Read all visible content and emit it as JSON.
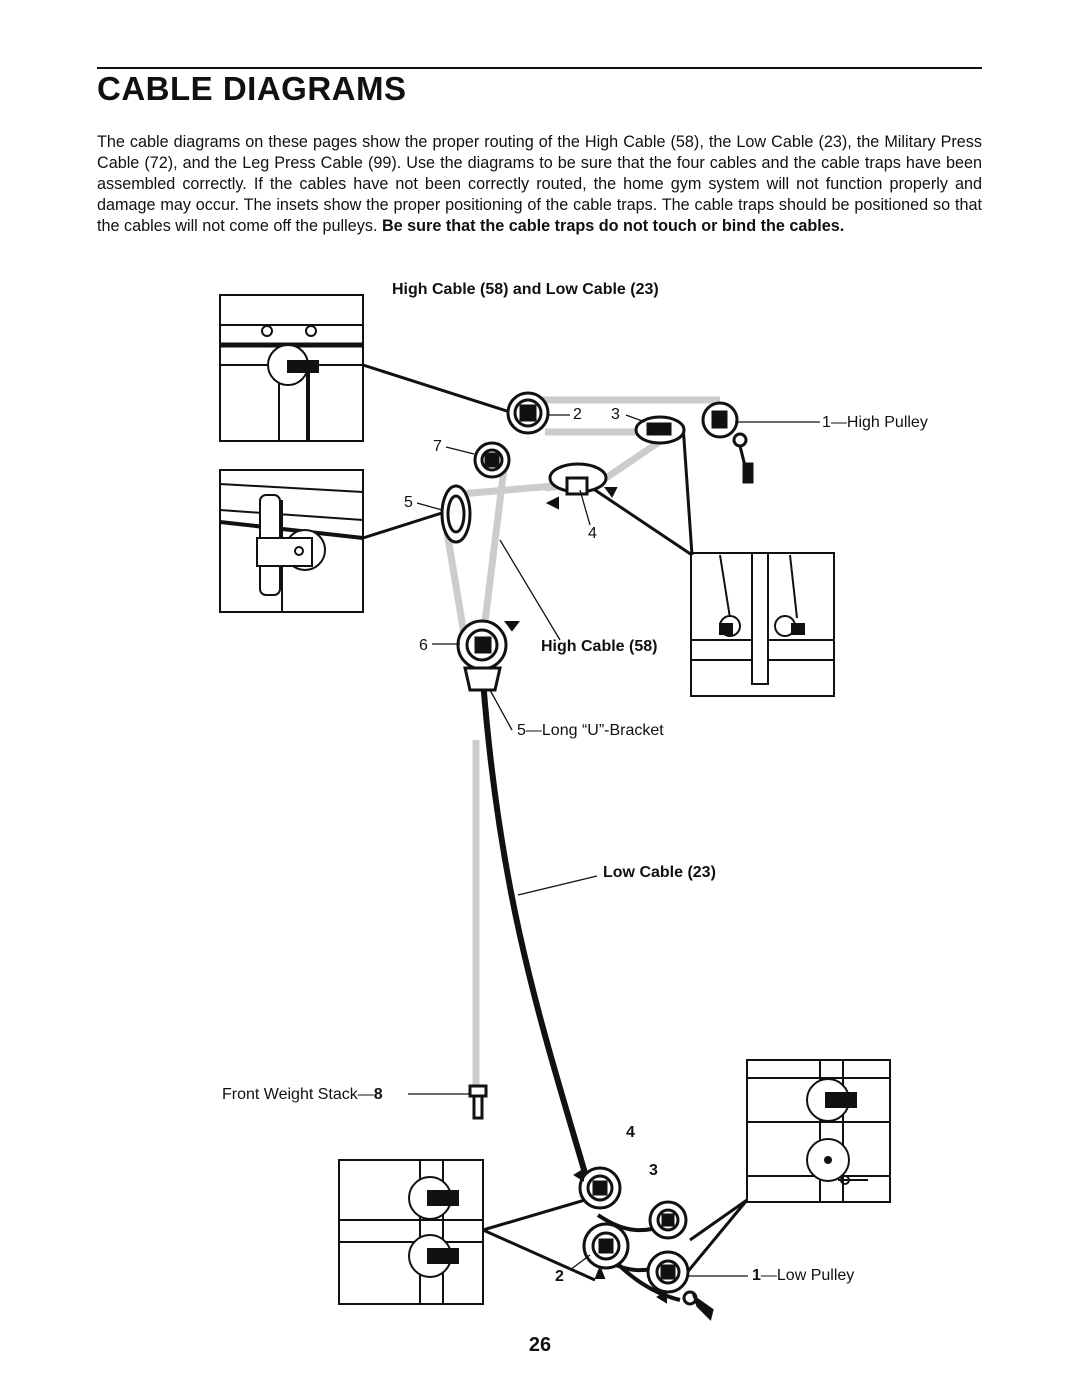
{
  "page": {
    "title": "CABLE DIAGRAMS",
    "intro_text": "The cable diagrams on these pages show the proper routing of the High Cable (58), the Low Cable (23), the Military Press Cable (72), and the Leg Press Cable (99). Use the diagrams to be sure that the four cables and the cable traps have been assembled correctly. If the cables have not been correctly routed, the home gym system will not function properly and damage may occur. The insets show the proper positioning of the cable traps. The cable traps should be positioned so that the cables will not come off the pulleys. ",
    "intro_bold": "Be sure that the cable traps do not touch or bind the cables.",
    "page_number": "26"
  },
  "diagram": {
    "heading": "High Cable (58) and Low Cable (23)",
    "labels": {
      "n2": "2",
      "n3": "3",
      "high_pulley": "1—High Pulley",
      "n7": "7",
      "n5": "5",
      "n4": "4",
      "n6": "6",
      "high_cable": "High Cable (58)",
      "long_u_bracket": "5—Long “U”-Bracket",
      "low_cable": "Low Cable (23)",
      "front_weight_stack": "Front Weight Stack—",
      "front_weight_stack_num": "8",
      "low_n4": "4",
      "low_n3": "3",
      "low_n2": "2",
      "low_pulley_num": "1",
      "low_pulley": "—Low Pulley"
    }
  }
}
